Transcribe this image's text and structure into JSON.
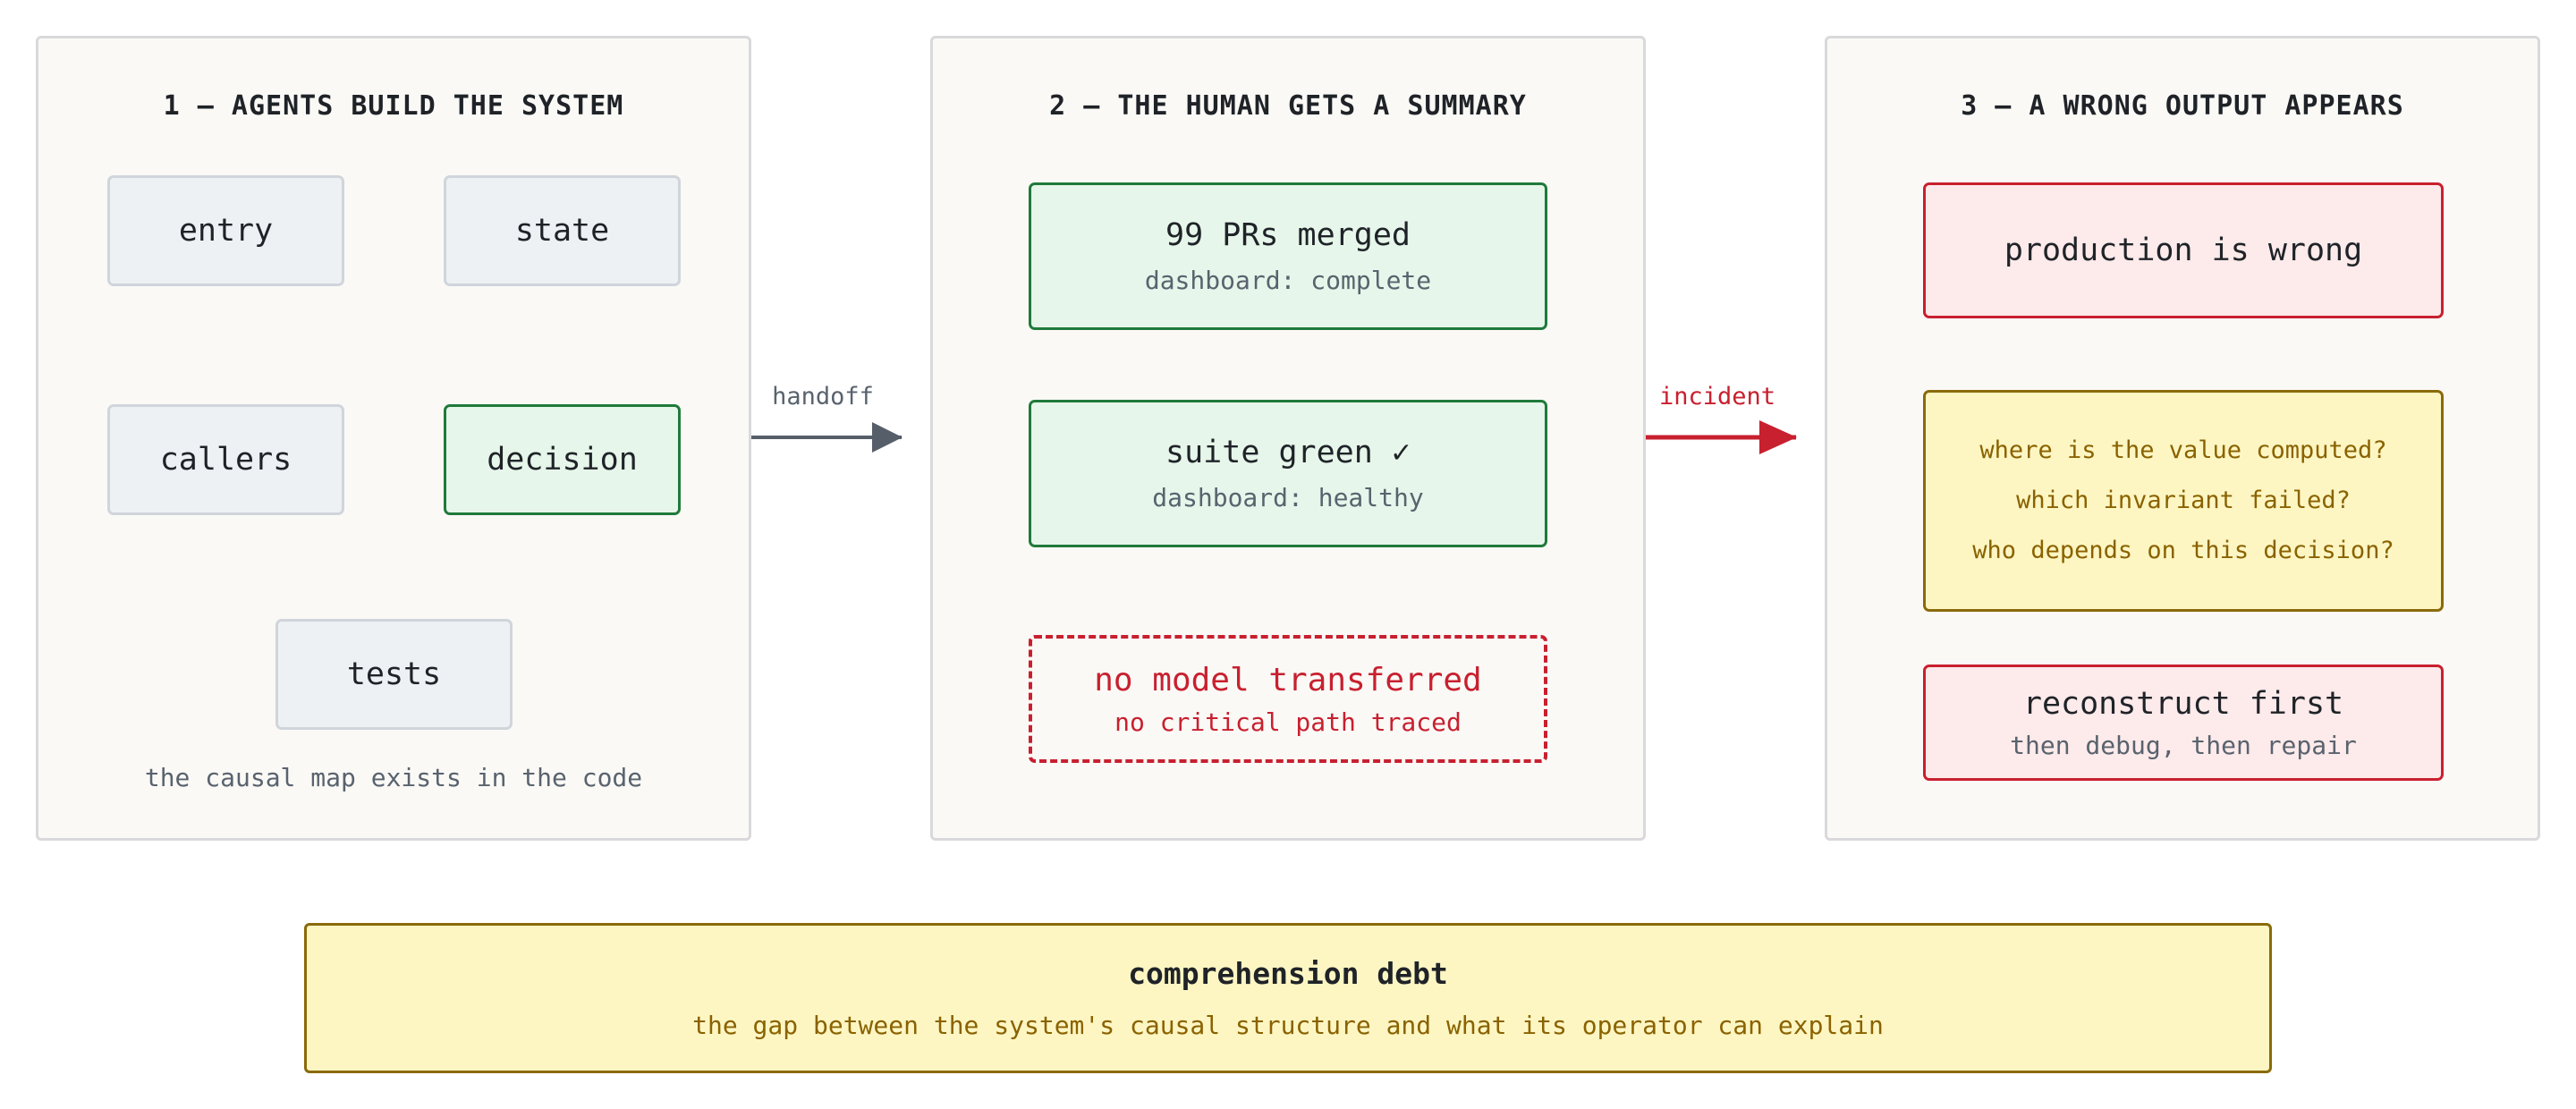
{
  "panel1": {
    "title": "1 — AGENTS BUILD THE SYSTEM",
    "nodes": {
      "entry": "entry",
      "state": "state",
      "callers": "callers",
      "decision": "decision",
      "tests": "tests"
    },
    "caption": "the causal map exists in the code"
  },
  "handoff_label": "handoff",
  "panel2": {
    "title": "2 — THE HUMAN GETS A SUMMARY",
    "box1": {
      "title": "99 PRs merged",
      "sub": "dashboard: complete"
    },
    "box2": {
      "title": "suite green ✓",
      "sub": "dashboard: healthy"
    },
    "box3": {
      "title": "no model transferred",
      "sub": "no critical path traced"
    }
  },
  "incident_label": "incident",
  "panel3": {
    "title": "3 — A WRONG OUTPUT APPEARS",
    "box1": {
      "title": "production is wrong"
    },
    "questions": [
      "where is the value computed?",
      "which invariant failed?",
      "who depends on this decision?"
    ],
    "box3": {
      "title": "reconstruct first",
      "sub": "then debug, then repair"
    }
  },
  "footer": {
    "title": "comprehension debt",
    "sub": "the gap between the system's causal structure and what its operator can explain"
  },
  "colors": {
    "grey_arrow": "#565e69",
    "red_arrow": "#c8202f",
    "green": "#1f7a3a",
    "yellow_text": "#8a6200"
  }
}
